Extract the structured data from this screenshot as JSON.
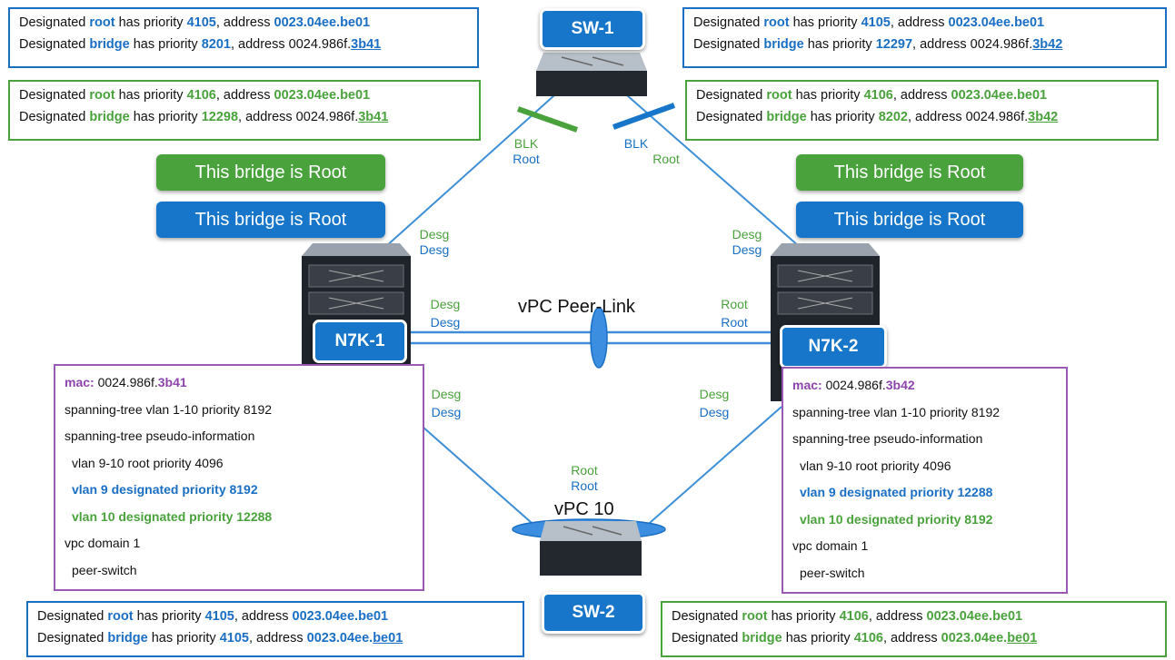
{
  "switches": {
    "sw1": "SW-1",
    "sw2": "SW-2",
    "n7k1": "N7K-1",
    "n7k2": "N7K-2"
  },
  "labels": {
    "peer_link": "vPC Peer-Link",
    "vpc10": "vPC 10"
  },
  "banners": {
    "left_green": "This bridge is Root",
    "left_blue": "This bridge is Root",
    "right_green": "This bridge is Root",
    "right_blue": "This bridge is Root"
  },
  "info_boxes": {
    "tl_blue": {
      "r1": {
        "a": "Designated ",
        "b": "root",
        "c": " has priority ",
        "d": "4105",
        "e": ", address ",
        "f": "0023.04ee.be01"
      },
      "r2": {
        "a": "Designated ",
        "b": "bridge",
        "c": " has priority ",
        "d": "8201",
        "e": ", address 0024.986f.",
        "f": "3b41"
      }
    },
    "tl_green": {
      "r1": {
        "a": "Designated ",
        "b": "root",
        "c": " has priority ",
        "d": "4106",
        "e": ", address ",
        "f": "0023.04ee.be01"
      },
      "r2": {
        "a": "Designated ",
        "b": "bridge",
        "c": " has priority ",
        "d": "12298",
        "e": ", address 0024.986f.",
        "f": "3b41"
      }
    },
    "tr_blue": {
      "r1": {
        "a": "Designated ",
        "b": "root",
        "c": " has priority ",
        "d": "4105",
        "e": ", address ",
        "f": "0023.04ee.be01"
      },
      "r2": {
        "a": "Designated ",
        "b": "bridge",
        "c": " has priority ",
        "d": "12297",
        "e": ", address 0024.986f.",
        "f": "3b42"
      }
    },
    "tr_green": {
      "r1": {
        "a": "Designated ",
        "b": "root",
        "c": " has priority ",
        "d": "4106",
        "e": ", address ",
        "f": "0023.04ee.be01"
      },
      "r2": {
        "a": "Designated ",
        "b": "bridge",
        "c": " has priority ",
        "d": "8202",
        "e": ", address 0024.986f.",
        "f": "3b42"
      }
    },
    "bl_blue": {
      "r1": {
        "a": "Designated ",
        "b": "root",
        "c": " has priority ",
        "d": "4105",
        "e": ", address ",
        "f": "0023.04ee.be01"
      },
      "r2": {
        "a": "Designated ",
        "b": "bridge",
        "c": " has priority ",
        "d": "4105",
        "e": ", address ",
        "f1": "0023.04ee.",
        "f2": "be01"
      }
    },
    "br_green": {
      "r1": {
        "a": "Designated ",
        "b": "root",
        "c": " has priority ",
        "d": "4106",
        "e": ", address ",
        "f": "0023.04ee.be01"
      },
      "r2": {
        "a": "Designated ",
        "b": "bridge",
        "c": " has priority ",
        "d": "4106",
        "e": ", address ",
        "f1": "0023.04ee.",
        "f2": "be01"
      }
    }
  },
  "ports": {
    "sw1_left": {
      "top": "BLK",
      "bottom": "Root"
    },
    "sw1_right": {
      "top": "BLK",
      "bottom": "Root"
    },
    "n7k1_up": {
      "top": "Desg",
      "bottom": "Desg"
    },
    "n7k2_up": {
      "top": "Desg",
      "bottom": "Desg"
    },
    "n7k1_peer": {
      "top": "Desg",
      "bottom": "Desg"
    },
    "n7k2_peer": {
      "top": "Root",
      "bottom": "Root"
    },
    "n7k1_down": {
      "top": "Desg",
      "bottom": "Desg"
    },
    "n7k2_down": {
      "top": "Desg",
      "bottom": "Desg"
    },
    "sw2_up": {
      "top": "Root",
      "bottom": "Root"
    }
  },
  "config_left": {
    "mac_label": "mac:",
    "mac_prefix": " 0024.986f.",
    "mac_suffix": "3b41",
    "l2": "spanning-tree vlan 1-10 priority 8192",
    "l3": "spanning-tree pseudo-information",
    "l4": "vlan 9-10 root priority 4096",
    "l5": "vlan 9 designated priority 8192",
    "l6": "vlan 10 designated priority 12288",
    "l7": "vpc domain 1",
    "l8": "peer-switch"
  },
  "config_right": {
    "mac_label": "mac:",
    "mac_prefix": " 0024.986f.",
    "mac_suffix": "3b42",
    "l2": "spanning-tree vlan 1-10 priority 8192",
    "l3": "spanning-tree pseudo-information",
    "l4": "vlan 9-10 root priority 4096",
    "l5": "vlan 9 designated priority 12288",
    "l6": "vlan 10 designated priority 8192",
    "l7": "vpc domain 1",
    "l8": "peer-switch"
  },
  "colors": {
    "blue": "#1a6fc4",
    "green": "#4aa23c",
    "purple": "#9b59b6",
    "link": "#3d8ed6"
  }
}
